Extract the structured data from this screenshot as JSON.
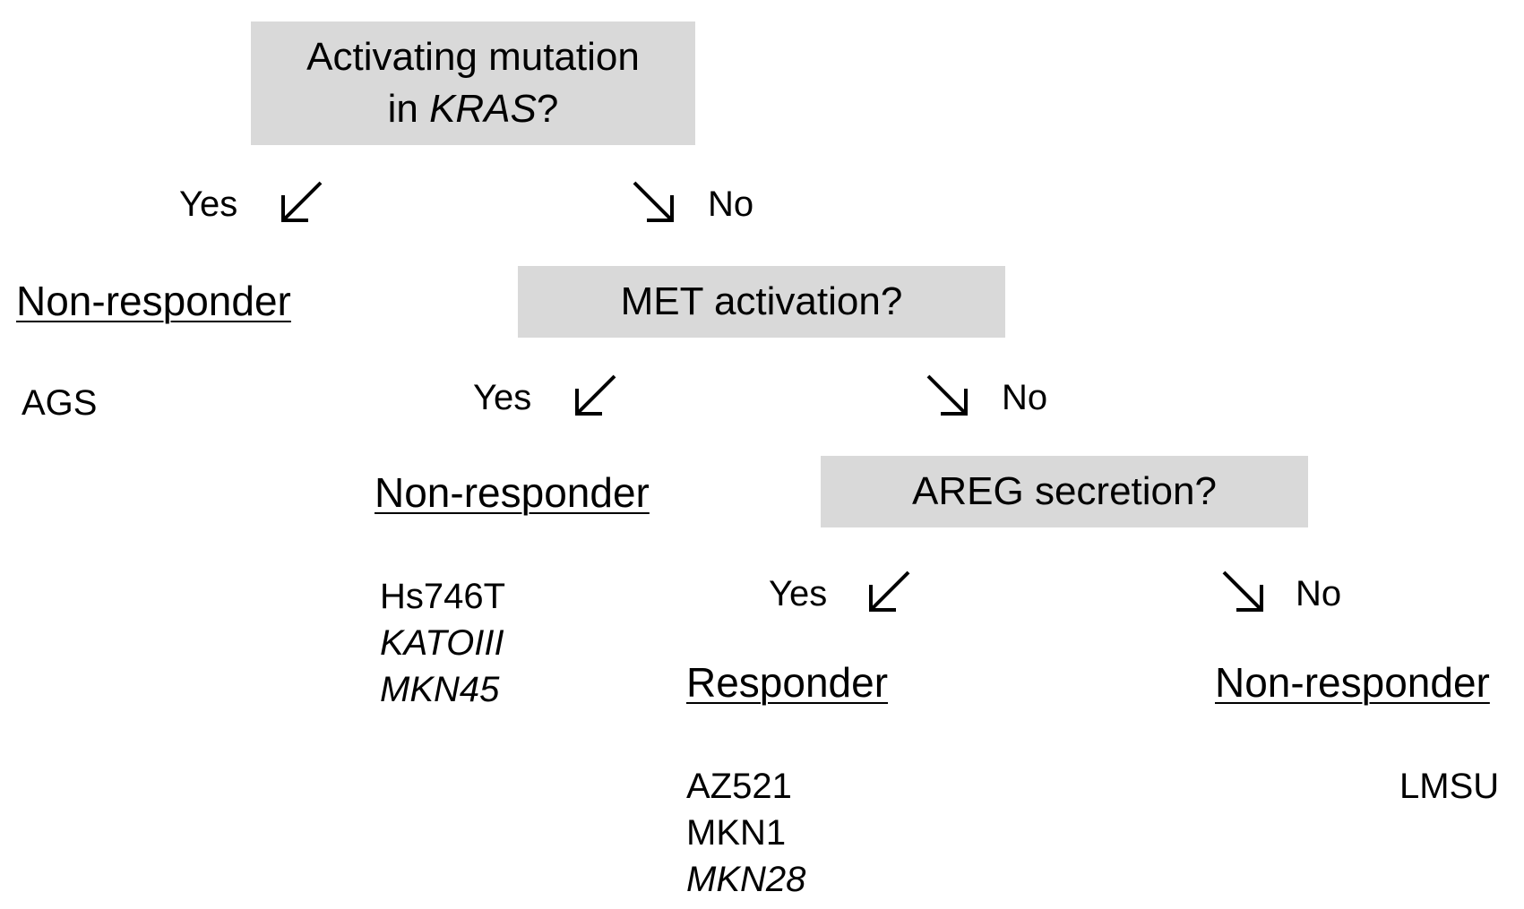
{
  "q1": {
    "line1": "Activating mutation",
    "line2_prefix": "in ",
    "line2_gene": "KRAS",
    "line2_suffix": "?"
  },
  "q2": {
    "label": "MET activation?"
  },
  "q3": {
    "label": "AREG secretion?"
  },
  "yes": "Yes",
  "no": "No",
  "outcome_left": "Non-responder",
  "outcome_met": "Non-responder",
  "outcome_areg_yes": "Responder",
  "outcome_areg_no": "Non-responder",
  "lines": {
    "kras": [
      "AGS"
    ],
    "met": [
      {
        "name": "Hs746T",
        "italic": false
      },
      {
        "name": "KATOIII",
        "italic": true
      },
      {
        "name": "MKN45",
        "italic": true
      }
    ],
    "responder": [
      {
        "name": "AZ521",
        "italic": false
      },
      {
        "name": "MKN1",
        "italic": false
      },
      {
        "name": "MKN28",
        "italic": true
      }
    ],
    "areg_no": [
      "LMSU"
    ]
  }
}
